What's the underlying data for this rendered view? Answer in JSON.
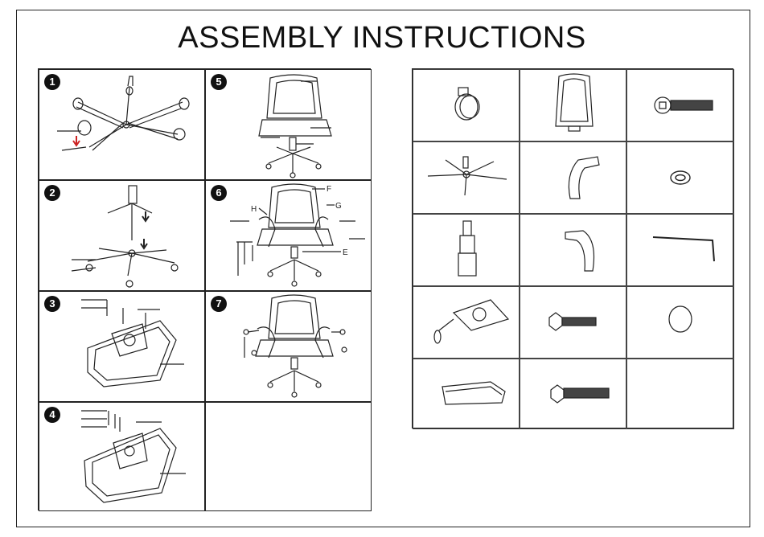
{
  "page": {
    "title": "ASSEMBLY INSTRUCTIONS"
  },
  "steps": [
    {
      "number": "1",
      "labels": []
    },
    {
      "number": "2",
      "labels": []
    },
    {
      "number": "3",
      "labels": []
    },
    {
      "number": "4",
      "labels": []
    },
    {
      "number": "5",
      "labels": []
    },
    {
      "number": "6",
      "labels": [
        "F",
        "G",
        "H",
        "E"
      ]
    },
    {
      "number": "7",
      "labels": []
    }
  ],
  "parts": {
    "icons": [
      "caster-wheel-icon",
      "backrest-icon",
      "hex-bolt-icon",
      "star-base-icon",
      "armrest-left-icon",
      "spring-washer-icon",
      "gas-cylinder-icon",
      "armrest-right-icon",
      "allen-key-icon",
      "seat-mechanism-icon",
      "short-bolt-icon",
      "end-cap-icon",
      "seat-cushion-icon",
      "long-bolt-icon",
      "empty-cell"
    ]
  },
  "colors": {
    "line": "#222222",
    "arrow": "#cc2222",
    "badge": "#111111"
  }
}
